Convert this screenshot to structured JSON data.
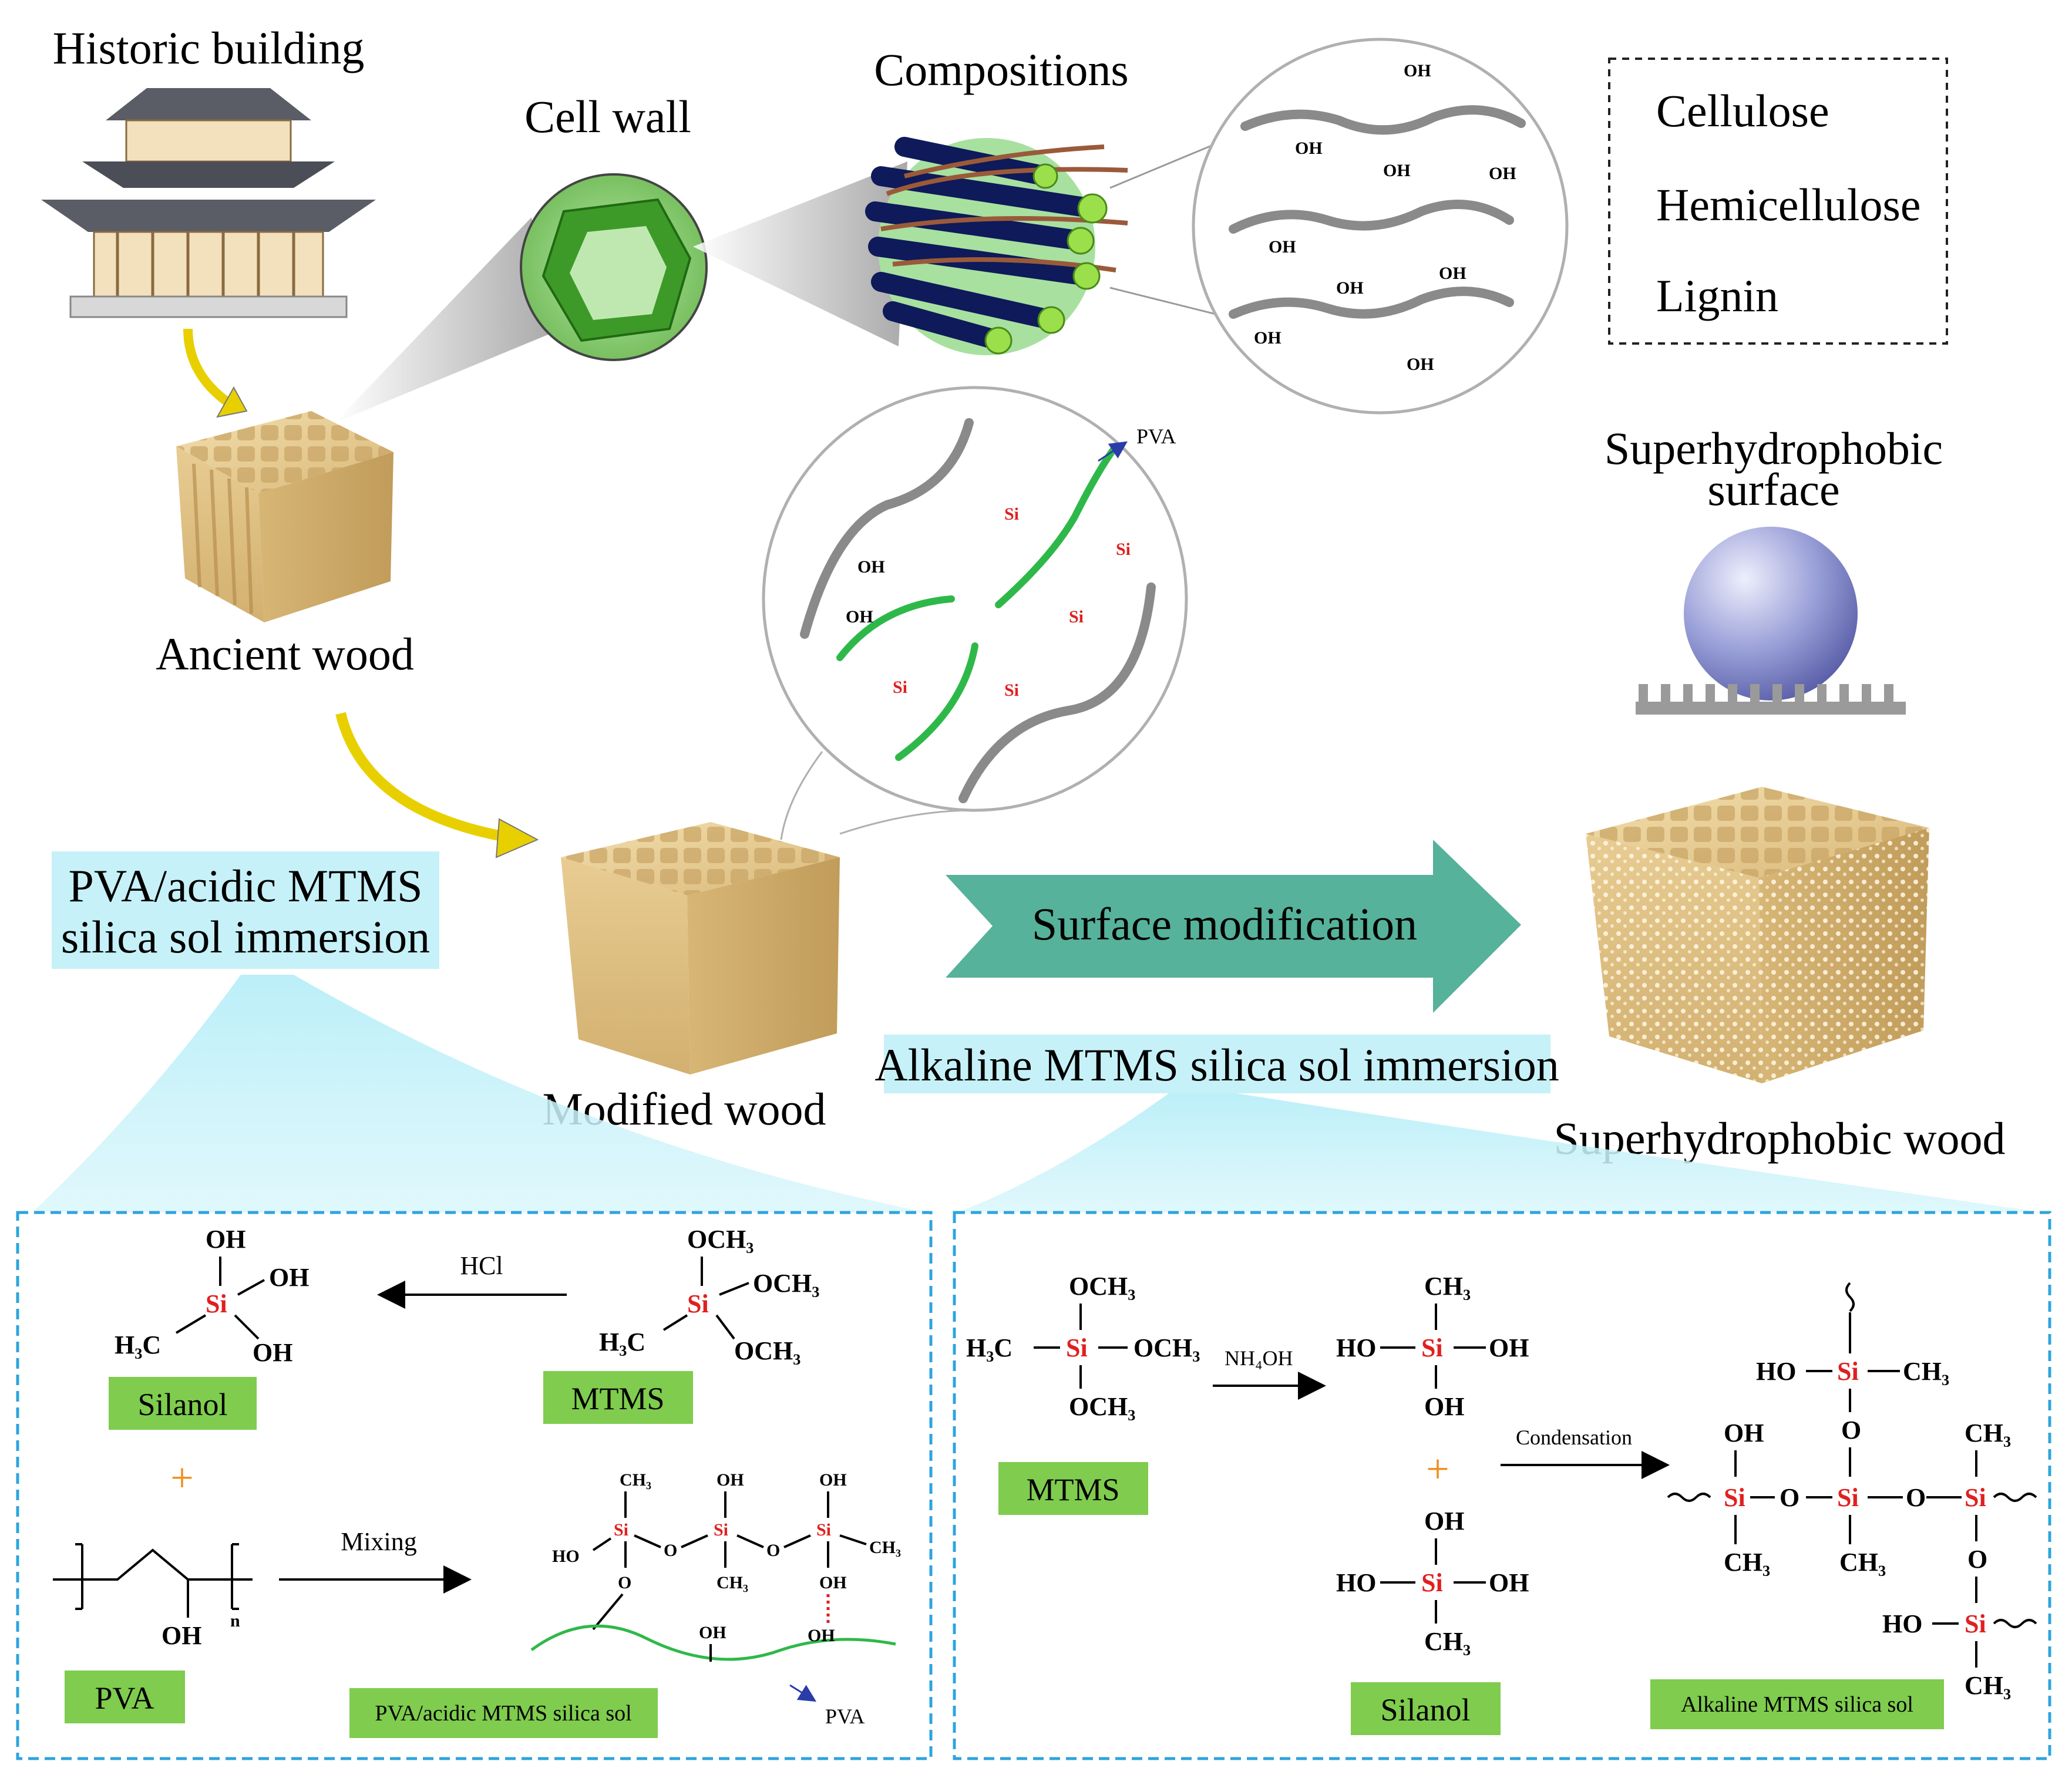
{
  "labels": {
    "historic_building": "Historic building",
    "ancient_wood": "Ancient wood",
    "cell_wall": "Cell wall",
    "compositions": "Compositions",
    "modified_wood": "Modified wood",
    "superhydrophobic_wood": "Superhydrophobic wood",
    "superhydrophobic_surface_1": "Superhydrophobic",
    "superhydrophobic_surface_2": "surface",
    "surface_modification": "Surface modification",
    "pva_immersion_1": "PVA/acidic MTMS",
    "pva_immersion_2": "silica sol immersion",
    "alkaline_immersion": "Alkaline MTMS silica sol immersion"
  },
  "legend": {
    "items": [
      "Cellulose",
      "Hemicellulose",
      "Lignin"
    ]
  },
  "zoom_circle": {
    "pva_label": "PVA"
  },
  "composition_circle": {
    "oh": "OH"
  },
  "left_panel": {
    "silanol_label": "Silanol",
    "mtms_label": "MTMS",
    "pva_label": "PVA",
    "hcl": "HCl",
    "mixing": "Mixing",
    "product_label": "PVA/acidic MTMS silica sol",
    "pva_arrow_label": "PVA",
    "plus": "+",
    "n": "n",
    "oh": "OH",
    "si": "Si",
    "ho": "HO",
    "o": "O",
    "h3c": "H₃C",
    "och3": "OCH₃",
    "ch3": "CH₃"
  },
  "right_panel": {
    "mtms_label": "MTMS",
    "silanol_label": "Silanol",
    "nh4oh": "NH₄OH",
    "condensation": "Condensation",
    "product_label": "Alkaline MTMS silica sol",
    "plus": "+",
    "oh": "OH",
    "ho": "HO",
    "si": "Si",
    "o": "O",
    "h3c": "H₃C",
    "och3": "OCH₃",
    "ch3": "CH₃"
  },
  "colors": {
    "teal_arrow": "#56b29a",
    "light_cyan": "#c6f1f8",
    "label_green": "#7fcc4e",
    "silicon_red": "#e02020",
    "pva_green": "#2fb84a",
    "panel_border": "#2ea4dd",
    "wood": "#e2c58c",
    "sphere": "#7a80c4"
  }
}
